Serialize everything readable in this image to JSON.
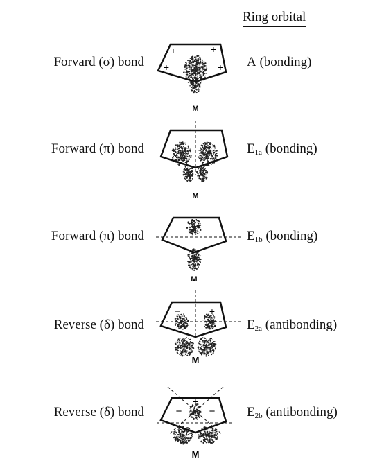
{
  "header": {
    "title": "Ring orbital"
  },
  "rows": [
    {
      "bond": "Forvard (σ) bond",
      "orbital": {
        "main": "A",
        "sub": "",
        "desc": " (bonding)"
      },
      "metal": "M"
    },
    {
      "bond": "Forward (π) bond",
      "orbital": {
        "main": "E",
        "sub": "1a",
        "desc": " (bonding)"
      },
      "metal": "M"
    },
    {
      "bond": "Forward (π) bond",
      "orbital": {
        "main": "E",
        "sub": "1b",
        "desc": " (bonding)"
      },
      "metal": "M"
    },
    {
      "bond": "Reverse (δ) bond",
      "orbital": {
        "main": "E",
        "sub": "2a",
        "desc": " (antibonding)"
      },
      "metal": "M"
    },
    {
      "bond": "Reverse (δ) bond",
      "orbital": {
        "main": "E",
        "sub": "2b",
        "desc": " (antibonding)"
      },
      "metal": "M"
    }
  ],
  "signs": {
    "plus": "+",
    "minus": "−"
  }
}
